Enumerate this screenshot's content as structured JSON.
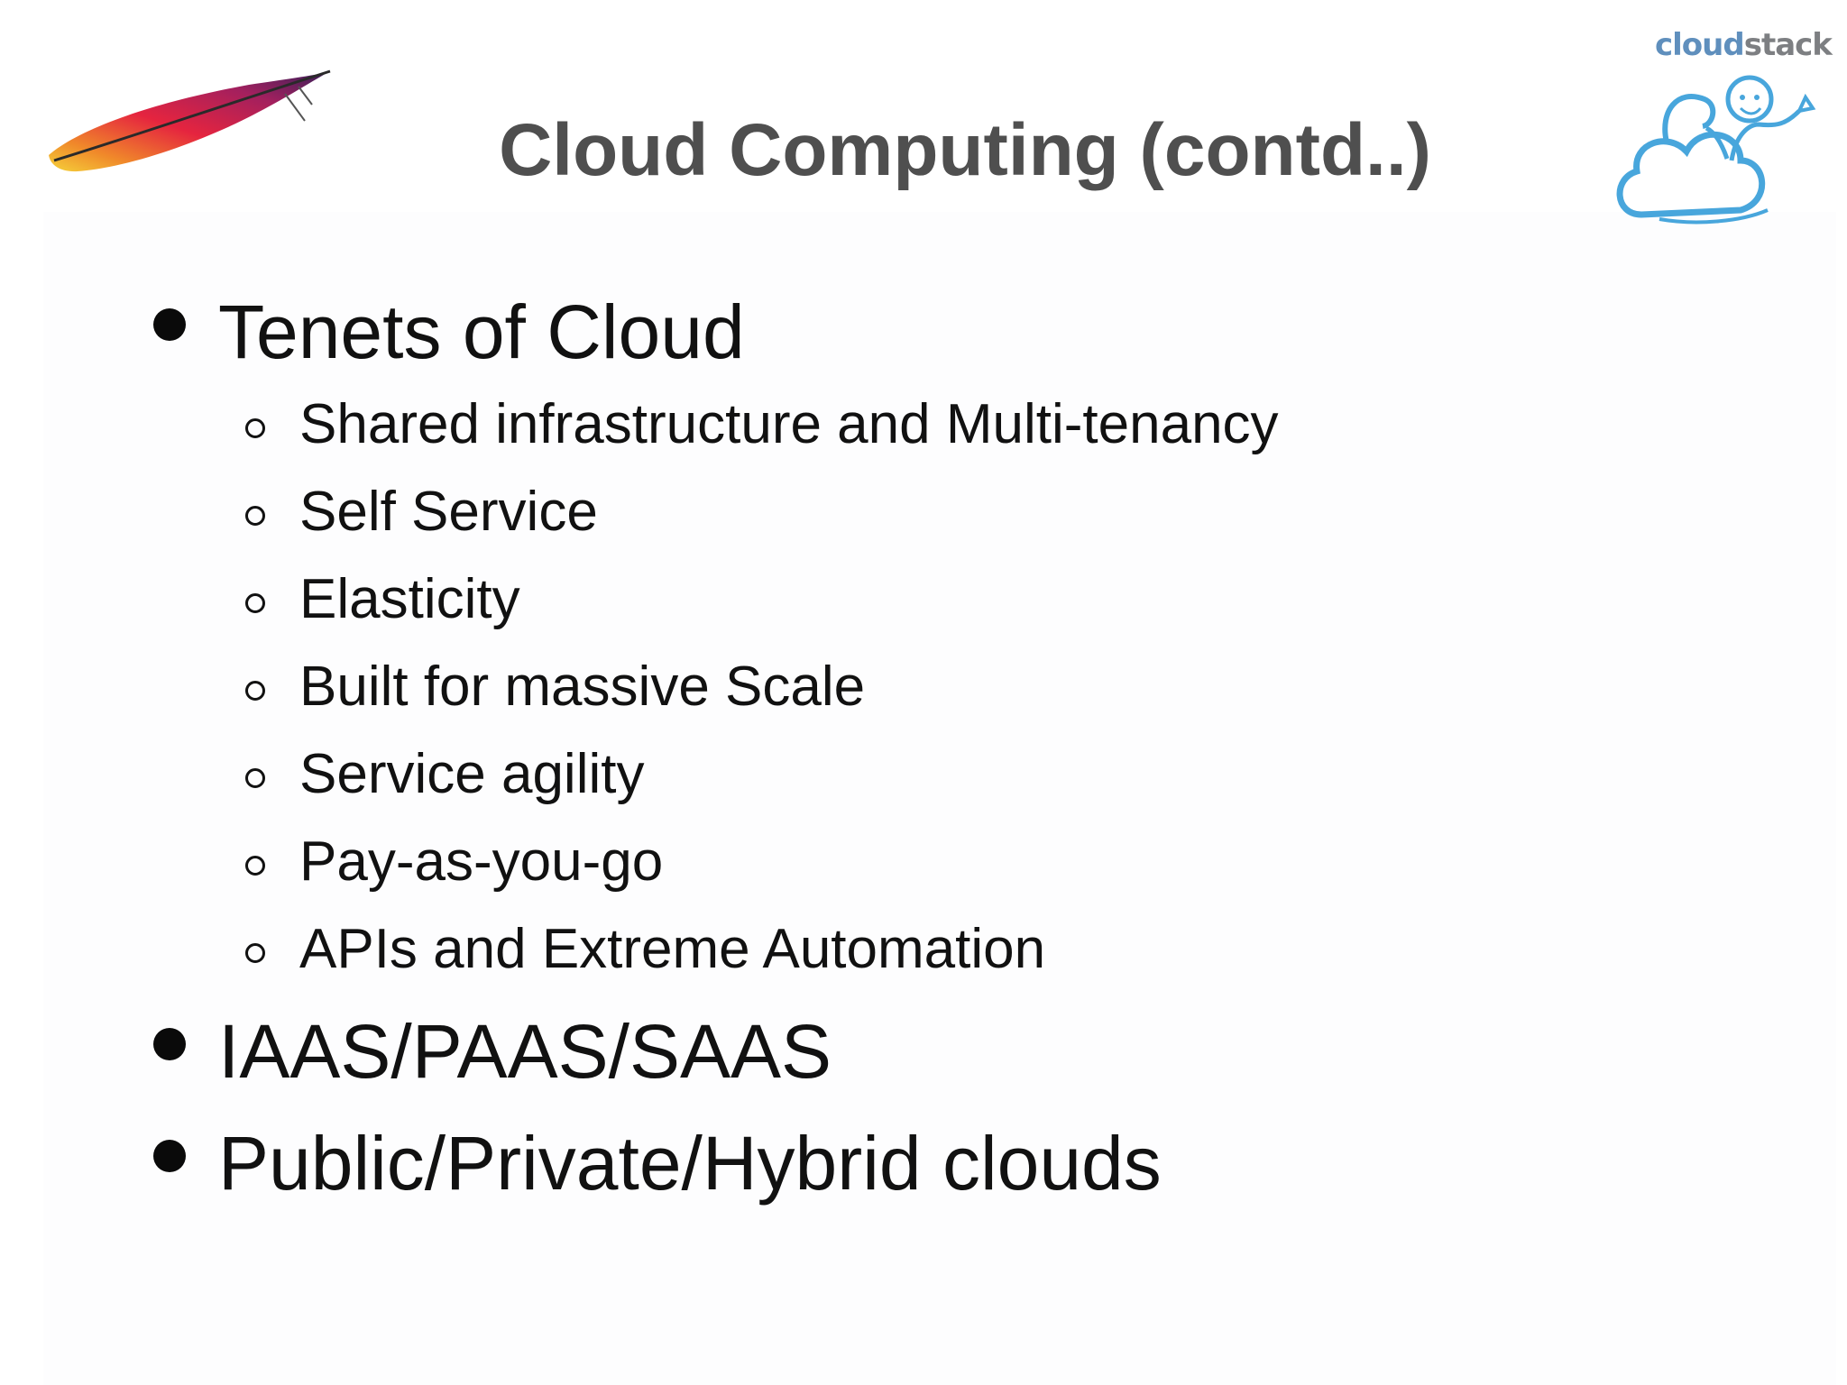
{
  "slide": {
    "title": "Cloud Computing (contd..)",
    "logo": {
      "brand_part1": "cloud",
      "brand_part2": "stack",
      "icon": "cloudstack-monkey-cloud-logo"
    },
    "corner_icon": "apache-feather-logo",
    "bullets": [
      {
        "text": "Tenets of Cloud",
        "sub": [
          "Shared infrastructure and Multi-tenancy",
          "Self Service",
          "Elasticity",
          "Built for massive Scale",
          "Service agility",
          "Pay-as-you-go",
          "APIs and Extreme Automation"
        ]
      },
      {
        "text": "IAAS/PAAS/SAAS"
      },
      {
        "text": "Public/Private/Hybrid clouds"
      }
    ],
    "colors": {
      "title": "#4f4f4f",
      "body_text": "#111111",
      "brand_blue": "#5f8fbd",
      "brand_gray": "#7d7f82"
    }
  }
}
